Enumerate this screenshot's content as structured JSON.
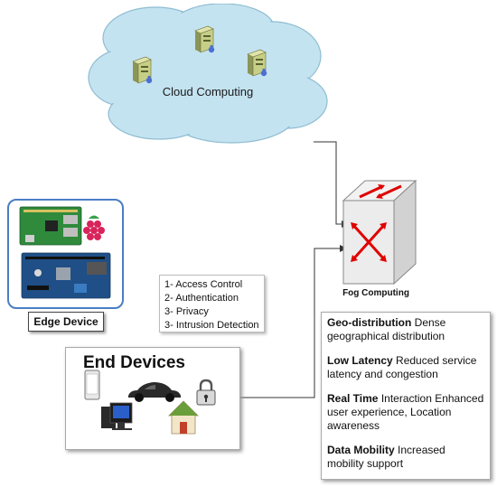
{
  "cloud": {
    "label": "Cloud Computing"
  },
  "edge": {
    "label": "Edge Device"
  },
  "security": {
    "items": [
      "1- Access Control",
      "2- Authentication",
      "3- Privacy",
      "3- Intrusion Detection"
    ]
  },
  "end_devices": {
    "title": "End Devices"
  },
  "fog": {
    "label": "Fog Computing"
  },
  "features": [
    {
      "title": "Geo-distribution",
      "text": "Dense geographical distribution"
    },
    {
      "title": "Low Latency",
      "text": "Reduced service latency and  congestion"
    },
    {
      "title": "Real Time",
      "text": "Interaction Enhanced user experience, Location awareness"
    },
    {
      "title": "Data Mobility",
      "text": "Increased mobility support"
    }
  ],
  "colors": {
    "cloud_fill": "#c4e3f0",
    "cloud_edge": "#8fbdd2",
    "edge_border": "#4a7ec4",
    "fog_arrow": "#e00000"
  },
  "icons": [
    "server-icon",
    "raspberry-pi-icon",
    "intel-board-icon",
    "smartphone-icon",
    "car-icon",
    "desktop-computer-icon",
    "house-icon",
    "padlock-icon",
    "fog-router-icon"
  ]
}
